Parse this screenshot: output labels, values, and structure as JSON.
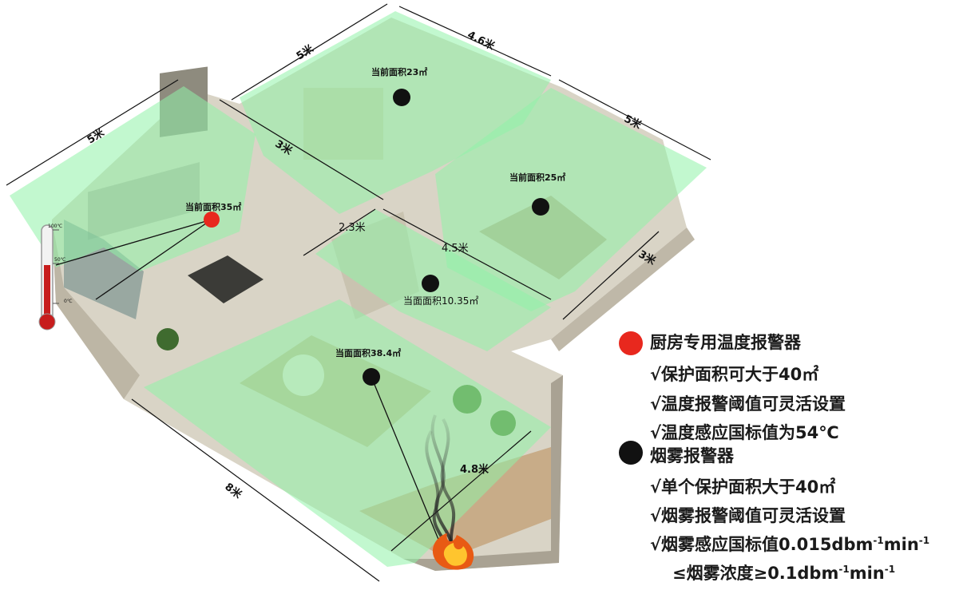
{
  "dimension_labels": {
    "top_left_5m": "5米",
    "top_mid_5m": "5米",
    "top_right_46m": "4.6米",
    "right_5m": "5米",
    "right_lower_3m": "3米",
    "inner_3m": "3米",
    "left_8m": "8米",
    "inner_23": "2.3米",
    "inner_45": "4.5米",
    "right_48": "4.8米"
  },
  "area_labels": {
    "kitchen": "当前面积35㎡",
    "kids_room": "当前面积23㎡",
    "bedroom": "当前面积25㎡",
    "hall": "当面面积10.35㎡",
    "living": "当面面积38.4㎡"
  },
  "legend": {
    "temp_title": "厨房专用温度报警器",
    "temp_items": [
      "√保护面积可大于40㎡",
      "√温度报警阈值可灵活设置",
      "√温度感应国标值为54℃"
    ],
    "smoke_title": "烟雾报警器",
    "smoke_items": [
      "√单个保护面积大于40㎡",
      "√烟雾报警阈值可灵活设置"
    ],
    "smoke_std_prefix": "√烟雾感应国标值0.015dbm",
    "smoke_std_sup1": "-1",
    "smoke_std_mid": "min",
    "smoke_std_sup2": "-1",
    "smoke_cond_prefix": "≤烟雾浓度≥0.1dbm",
    "smoke_cond_sup1": "-1",
    "smoke_cond_mid": "min",
    "smoke_cond_sup2": "-1"
  },
  "thermometer": {
    "ticks": [
      "100℃",
      "50℃",
      "0℃"
    ]
  },
  "colors": {
    "zone_green": "#8ff2a8",
    "temp_dot": "#e8281e",
    "smoke_dot": "#111111",
    "wall": "#d8d5cc",
    "floor": "#c9c2ad"
  },
  "icons": {
    "temp": "red-dot-icon",
    "smoke": "black-dot-icon",
    "thermometer": "thermometer-icon",
    "fire": "fire-icon"
  }
}
